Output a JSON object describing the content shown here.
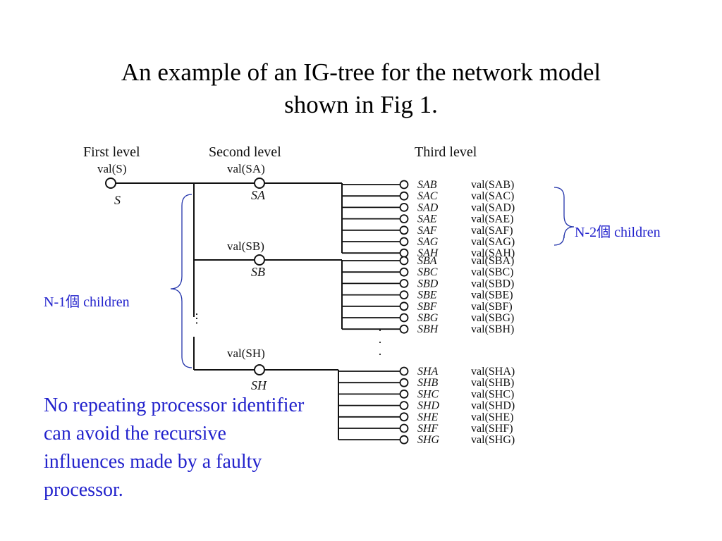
{
  "slide": {
    "title_line1": "An example of an IG-tree for the network model",
    "title_line2": "shown in Fig 1.",
    "note": "No repeating processor identifier can avoid the recursive influences made by a faulty processor."
  },
  "diagram": {
    "headers": {
      "first": "First level",
      "second": "Second level",
      "third": "Third level"
    },
    "root": {
      "label": "S",
      "val": "val(S)"
    },
    "groups": [
      {
        "label": "SA",
        "val": "val(SA)",
        "children": [
          "SAB",
          "SAC",
          "SAD",
          "SAE",
          "SAF",
          "SAG",
          "SAH"
        ]
      },
      {
        "label": "SB",
        "val": "val(SB)",
        "children": [
          "SBA",
          "SBC",
          "SBD",
          "SBE",
          "SBF",
          "SBG",
          "SBH"
        ]
      },
      {
        "label": "SH",
        "val": "val(SH)",
        "children": [
          "SHA",
          "SHB",
          "SHC",
          "SHD",
          "SHE",
          "SHF",
          "SHG"
        ]
      }
    ],
    "annotations": {
      "left": "N-1個 children",
      "right": "N-2個 children"
    }
  }
}
